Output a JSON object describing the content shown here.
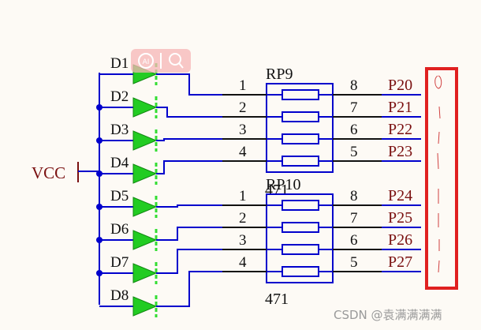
{
  "colors": {
    "background": "#fdfaf5",
    "wire": "#0000cc",
    "label": "#7a1010",
    "black": "#111111",
    "led_fill": "#22cc22",
    "led_glow": "#33dd33",
    "highlight_box": "#e02020",
    "watermark": "#9a9a9a"
  },
  "supply": {
    "label": "VCC"
  },
  "leds": [
    "D1",
    "D2",
    "D3",
    "D4",
    "D5",
    "D6",
    "D7",
    "D8"
  ],
  "resistor_packs": [
    {
      "ref": "RP9",
      "value": "471",
      "left_pins": [
        "1",
        "2",
        "3",
        "4"
      ],
      "right_pins": [
        "8",
        "7",
        "6",
        "5"
      ],
      "nets": [
        "P20",
        "P21",
        "P22",
        "P23"
      ]
    },
    {
      "ref": "RP10",
      "value": "471",
      "left_pins": [
        "1",
        "2",
        "3",
        "4"
      ],
      "right_pins": [
        "8",
        "7",
        "6",
        "5"
      ],
      "nets": [
        "P24",
        "P25",
        "P26",
        "P27"
      ]
    }
  ],
  "toolbar_icons": [
    "ai-assistant-icon",
    "search-icon"
  ],
  "watermark": "CSDN @袁满满满满"
}
